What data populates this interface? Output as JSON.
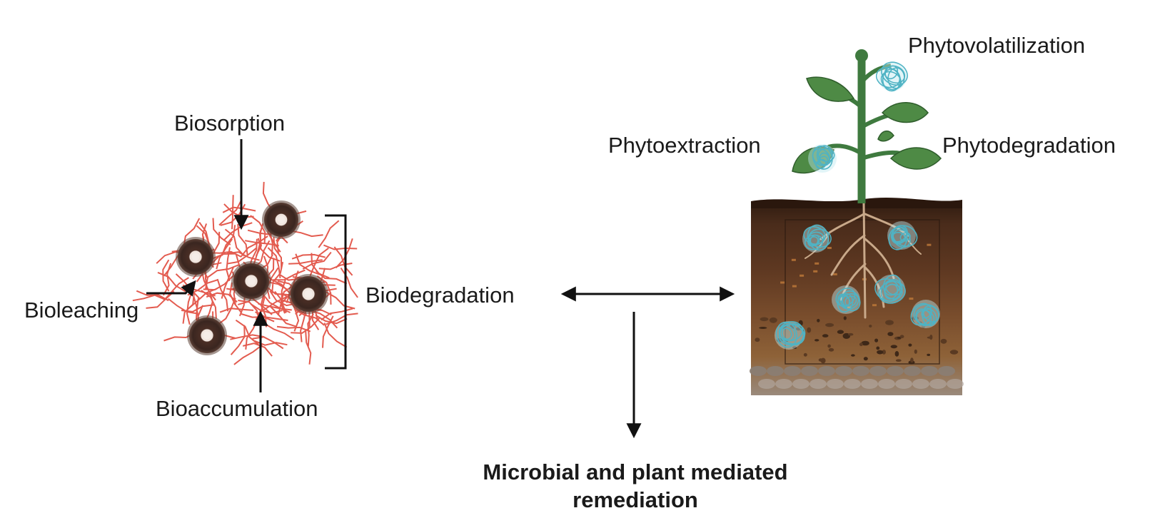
{
  "microbial": {
    "biosorption": "Biosorption",
    "bioleaching": "Bioleaching",
    "bioaccumulation": "Bioaccumulation",
    "biodegradation": "Biodegradation"
  },
  "plant": {
    "phytovolatilization": "Phytovolatilization",
    "phytoextraction": "Phytoextraction",
    "phytodegradation": "Phytodegradation"
  },
  "result": {
    "line1": "Microbial and plant mediated",
    "line2": "remediation"
  },
  "colors": {
    "hyphae": "#e04a3c",
    "spore_dark": "#3a2620",
    "stem": "#3f7a3f",
    "leaf": "#4e8a45",
    "soil_top": "#3b2417",
    "soil_mid": "#6a4027",
    "soil_low": "#8a5c35",
    "rock": "#7a6e66",
    "pollutant": "#4fb3c4",
    "arrow": "#111111"
  }
}
